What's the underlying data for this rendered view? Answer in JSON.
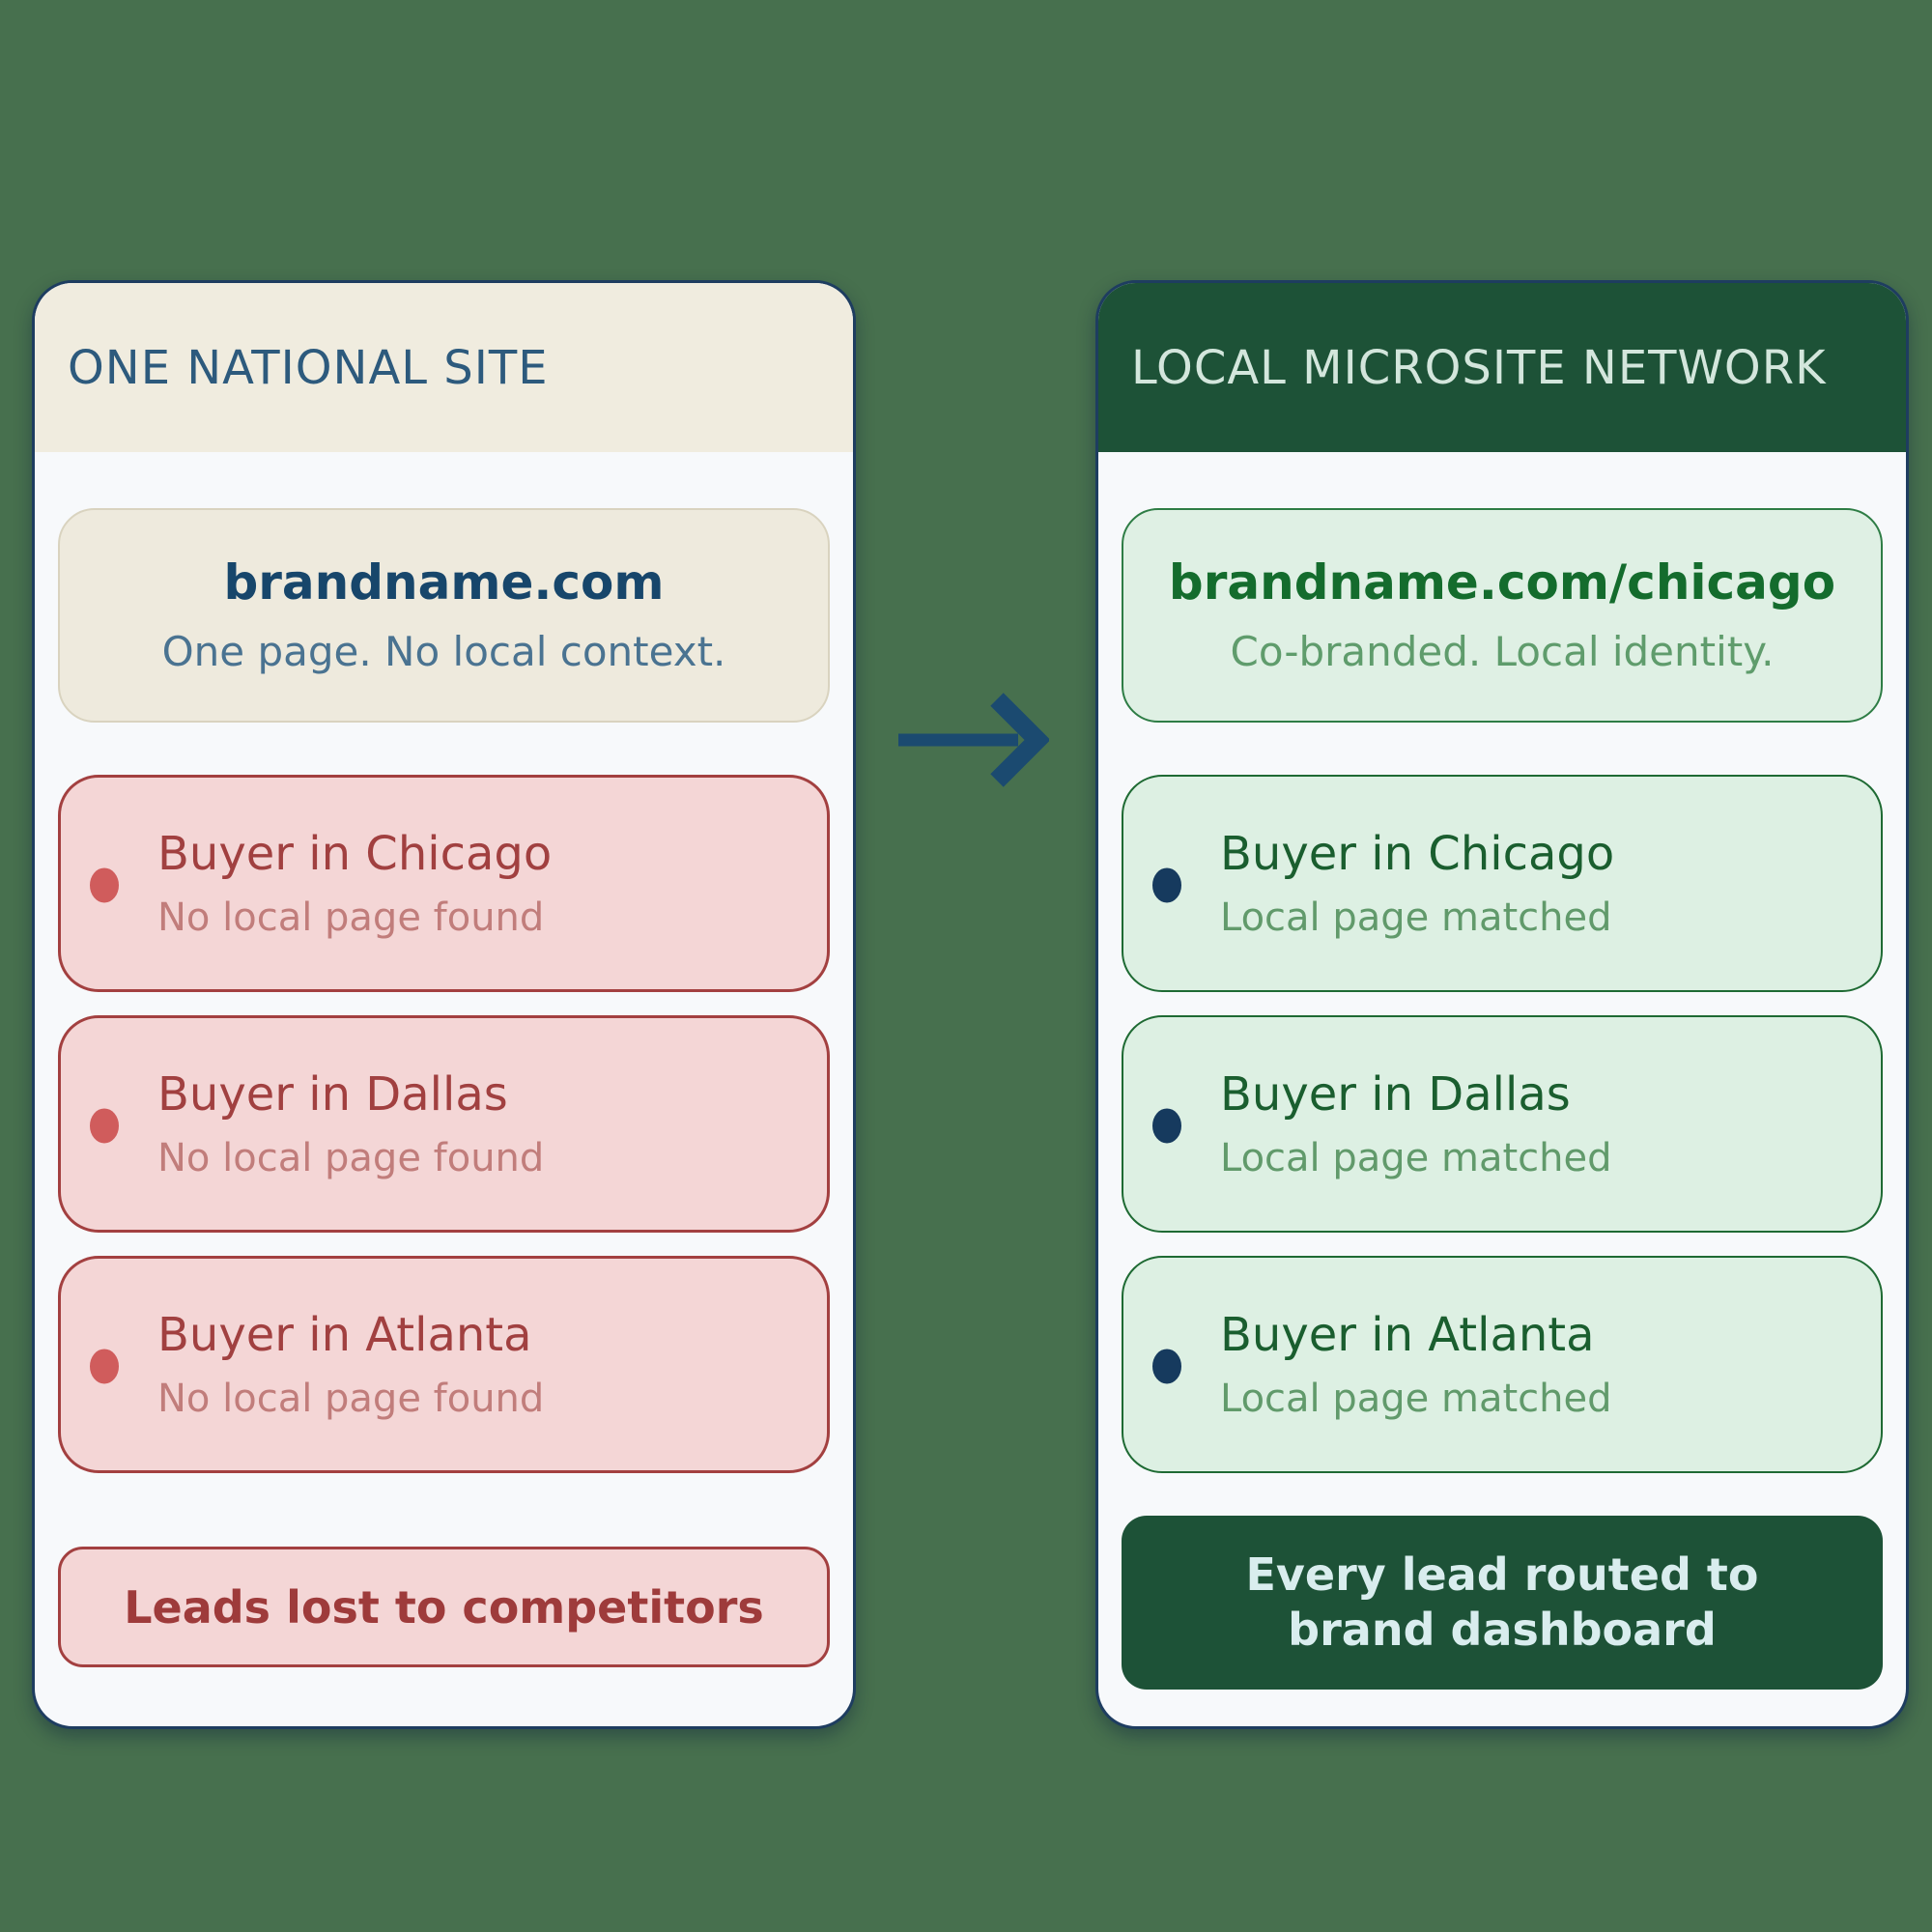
{
  "colors": {
    "background": "#47704e",
    "card_bg": "#f7f9fb",
    "card_border": "#1e3d60",
    "left_header_bg": "#f0ecdf",
    "left_header_text": "#2d5a7d",
    "beige_box_bg": "#eeeadd",
    "beige_box_border": "#d9d3bf",
    "navy_title": "#17466b",
    "slate_subtitle": "#4a7391",
    "pink_box_bg": "#f4d6d6",
    "red_border": "#a34040",
    "red_title": "#a14040",
    "rose_subtitle": "#c17d7b",
    "red_dot": "#d05c5c",
    "right_header_bg": "#1d5237",
    "right_header_text": "#d3e6dc",
    "mint_box_bg": "#ddf0e3",
    "mint_url_bg": "#dff0e4",
    "green_border": "#2e7d45",
    "green_title": "#146c2d",
    "green_subtitle": "#5f9c6c",
    "navy_dot": "#163a5e",
    "footer_green_bg": "#1d5237",
    "footer_green_text": "#d9edee",
    "arrow": "#1b4a70"
  },
  "left_panel": {
    "header": "ONE NATIONAL SITE",
    "url_box": {
      "title": "brandname.com",
      "subtitle": "One page. No local context."
    },
    "buyers": [
      {
        "title": "Buyer in Chicago",
        "subtitle": "No local page found"
      },
      {
        "title": "Buyer in Dallas",
        "subtitle": "No local page found"
      },
      {
        "title": "Buyer in Atlanta",
        "subtitle": "No local page found"
      }
    ],
    "footer": "Leads lost to competitors"
  },
  "right_panel": {
    "header": "LOCAL MICROSITE NETWORK",
    "url_box": {
      "title": "brandname.com/chicago",
      "subtitle": "Co-branded. Local identity."
    },
    "buyers": [
      {
        "title": "Buyer in Chicago",
        "subtitle": "Local page matched"
      },
      {
        "title": "Buyer in Dallas",
        "subtitle": "Local page matched"
      },
      {
        "title": "Buyer in Atlanta",
        "subtitle": "Local page matched"
      }
    ],
    "footer_lines": [
      "Every lead routed to",
      "brand dashboard"
    ]
  }
}
